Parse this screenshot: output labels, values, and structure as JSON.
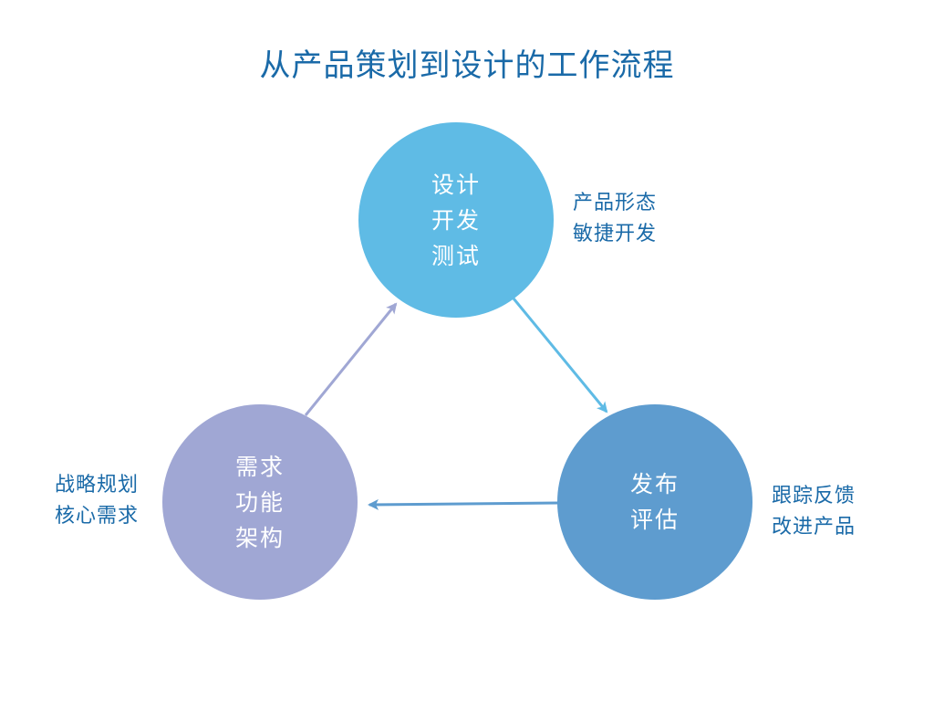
{
  "title": "从产品策划到设计的工作流程",
  "nodes": {
    "top": {
      "lines": [
        "设计",
        "开发",
        "测试"
      ],
      "color": "#5fbbe5"
    },
    "left": {
      "lines": [
        "需求",
        "功能",
        "架构"
      ],
      "color": "#a0a7d4"
    },
    "right": {
      "lines": [
        "发布",
        "评估"
      ],
      "color": "#5e9ccf"
    }
  },
  "annotations": {
    "top": [
      "产品形态",
      "敏捷开发"
    ],
    "left": [
      "战略规划",
      "核心需求"
    ],
    "right": [
      "跟踪反馈",
      "改进产品"
    ]
  },
  "arrows": {
    "left_to_top_color": "#a0a7d4",
    "top_to_right_color": "#5fbbe5",
    "right_to_left_color": "#5e9ccf"
  },
  "colors": {
    "title": "#1a6aa8",
    "annotation": "#1a6aa8"
  }
}
